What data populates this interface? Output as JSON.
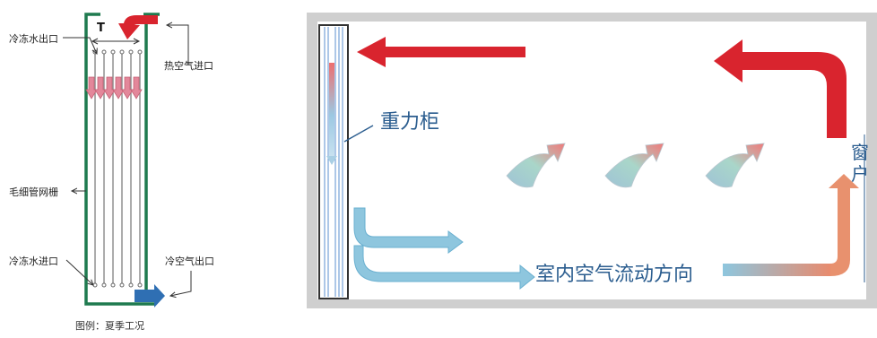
{
  "left_diagram": {
    "width_label": "T",
    "chilled_water_outlet": "冷冻水出口",
    "hot_air_inlet": "热空气进口",
    "capillary_grid": "毛细管网栅",
    "chilled_water_inlet": "冷冻水进口",
    "cold_air_outlet": "冷空气出口",
    "caption": "图例：夏季工况"
  },
  "right_diagram": {
    "gravity_cabinet": "重力柜",
    "window_chars": [
      "窗",
      "户"
    ],
    "airflow_label": "室内空气流动方向"
  },
  "colors": {
    "red_arrow": "#d9242e",
    "blue_arrow": "#8ec6de",
    "green_frame": "#1f7a4f",
    "room_wall": "#cfcfcf",
    "text_blue": "#2b5d8f"
  }
}
